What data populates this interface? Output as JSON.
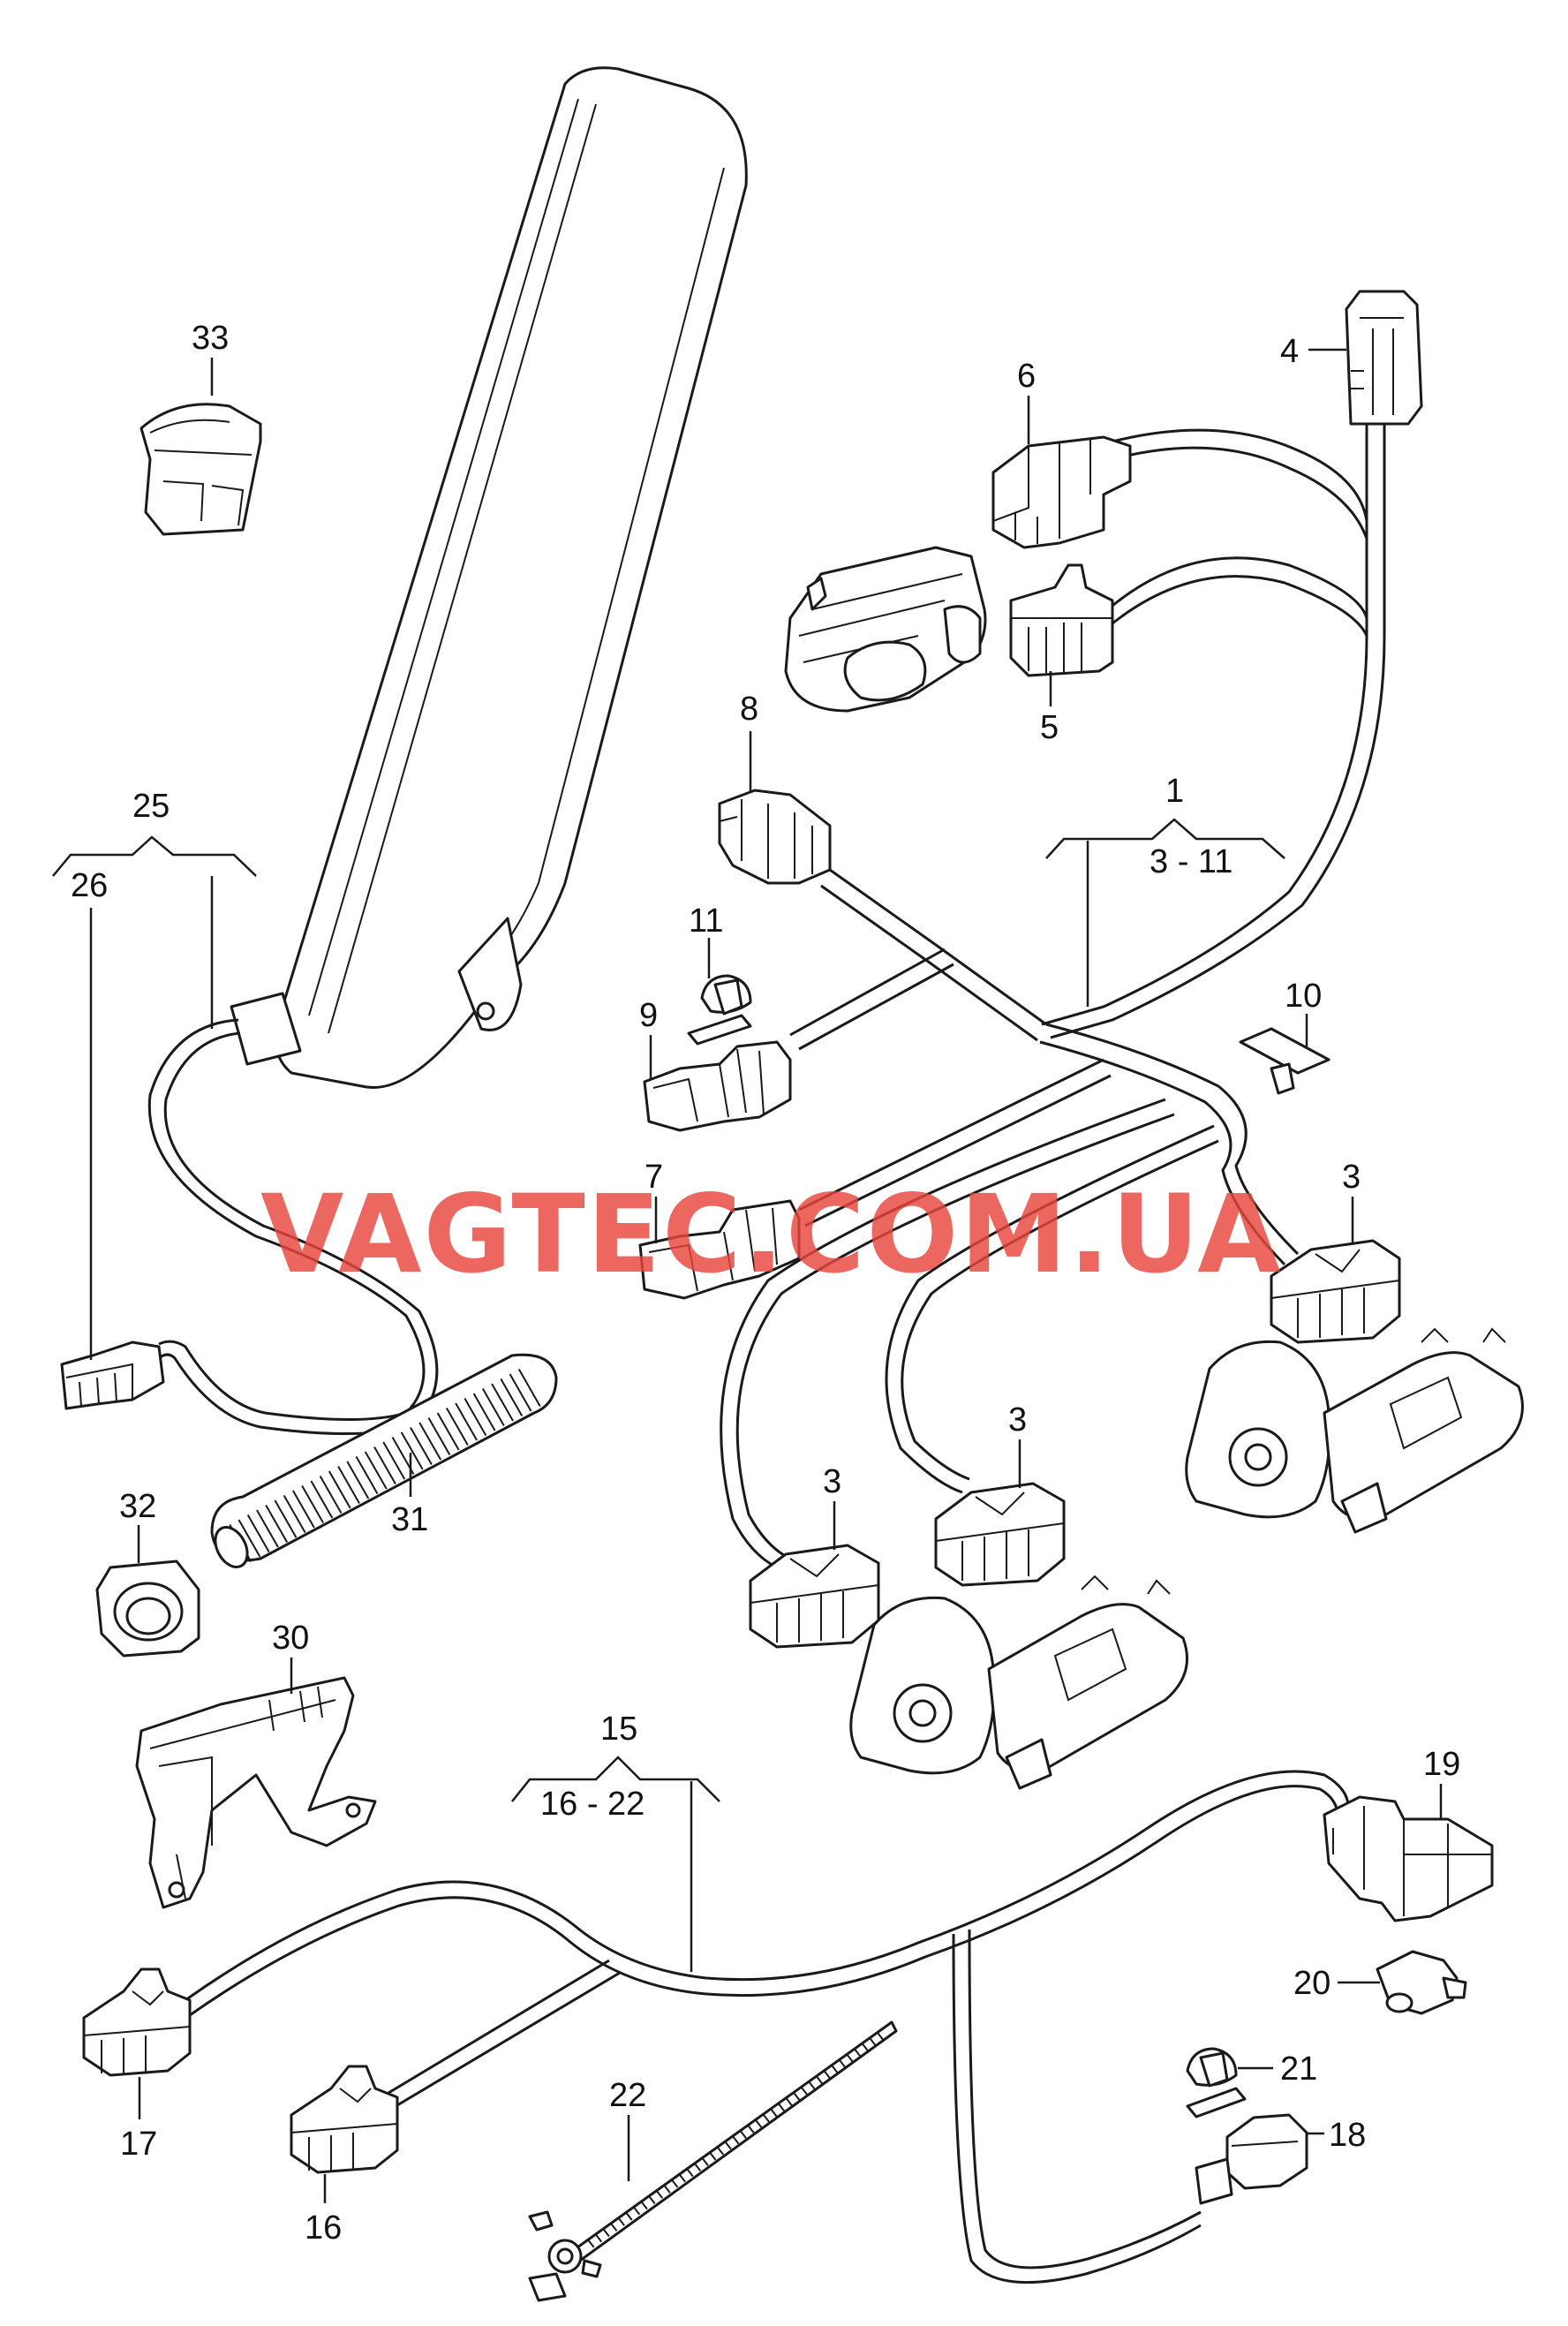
{
  "diagram": {
    "callouts": [
      {
        "id": "c1",
        "text": "1"
      },
      {
        "id": "c1r",
        "text": "3 - 11"
      },
      {
        "id": "c3a",
        "text": "3"
      },
      {
        "id": "c3b",
        "text": "3"
      },
      {
        "id": "c3c",
        "text": "3"
      },
      {
        "id": "c4",
        "text": "4"
      },
      {
        "id": "c5",
        "text": "5"
      },
      {
        "id": "c6",
        "text": "6"
      },
      {
        "id": "c7",
        "text": "7"
      },
      {
        "id": "c8",
        "text": "8"
      },
      {
        "id": "c9",
        "text": "9"
      },
      {
        "id": "c10",
        "text": "10"
      },
      {
        "id": "c11",
        "text": "11"
      },
      {
        "id": "c15",
        "text": "15"
      },
      {
        "id": "c15r",
        "text": "16 - 22"
      },
      {
        "id": "c16",
        "text": "16"
      },
      {
        "id": "c17",
        "text": "17"
      },
      {
        "id": "c18",
        "text": "18"
      },
      {
        "id": "c19",
        "text": "19"
      },
      {
        "id": "c20",
        "text": "20"
      },
      {
        "id": "c21",
        "text": "21"
      },
      {
        "id": "c22",
        "text": "22"
      },
      {
        "id": "c25",
        "text": "25"
      },
      {
        "id": "c26",
        "text": "26"
      },
      {
        "id": "c30",
        "text": "30"
      },
      {
        "id": "c31",
        "text": "31"
      },
      {
        "id": "c32",
        "text": "32"
      },
      {
        "id": "c33",
        "text": "33"
      }
    ],
    "watermark": "VAGTEC.COM.UA",
    "colors": {
      "line": "#1a1a1a",
      "watermark": "#e8453c",
      "background": "#ffffff"
    }
  }
}
